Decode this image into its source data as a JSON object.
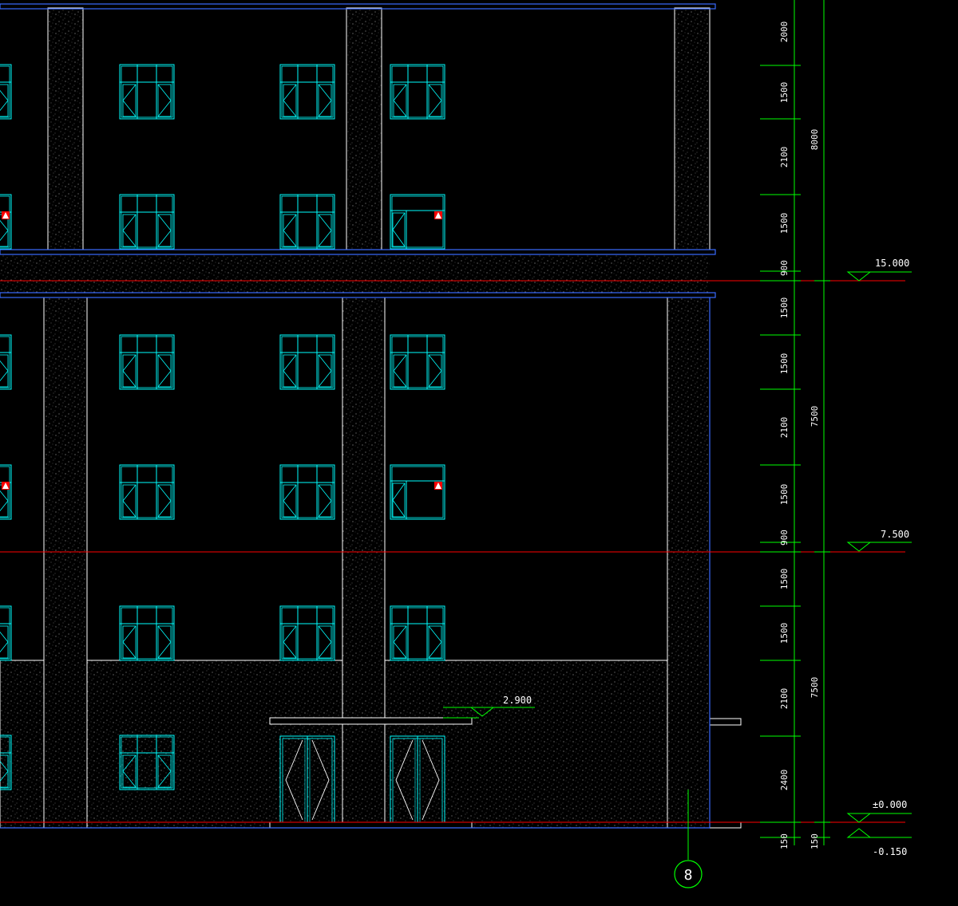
{
  "drawing": {
    "background": "#000000",
    "colors": {
      "dimension": "#00ff00",
      "window": "#00ffff",
      "floor_slab": "#3a6bff",
      "level_line": "#ff0000",
      "wall_outline": "#ffffff",
      "marker": "#ff0000",
      "texture": "#9a9a9a"
    },
    "elevation_labels": [
      "15.000",
      "7.500",
      "2.900",
      "±0.000",
      "-0.150"
    ],
    "dim_segments": [
      "2000",
      "1500",
      "2100",
      "1500",
      "900",
      "1500",
      "1500",
      "2100",
      "1500",
      "900",
      "1500",
      "1500",
      "2100",
      "2400",
      "150"
    ],
    "dim_totals": [
      "8000",
      "7500",
      "7500",
      "150"
    ],
    "grid_axis_label": "8"
  }
}
